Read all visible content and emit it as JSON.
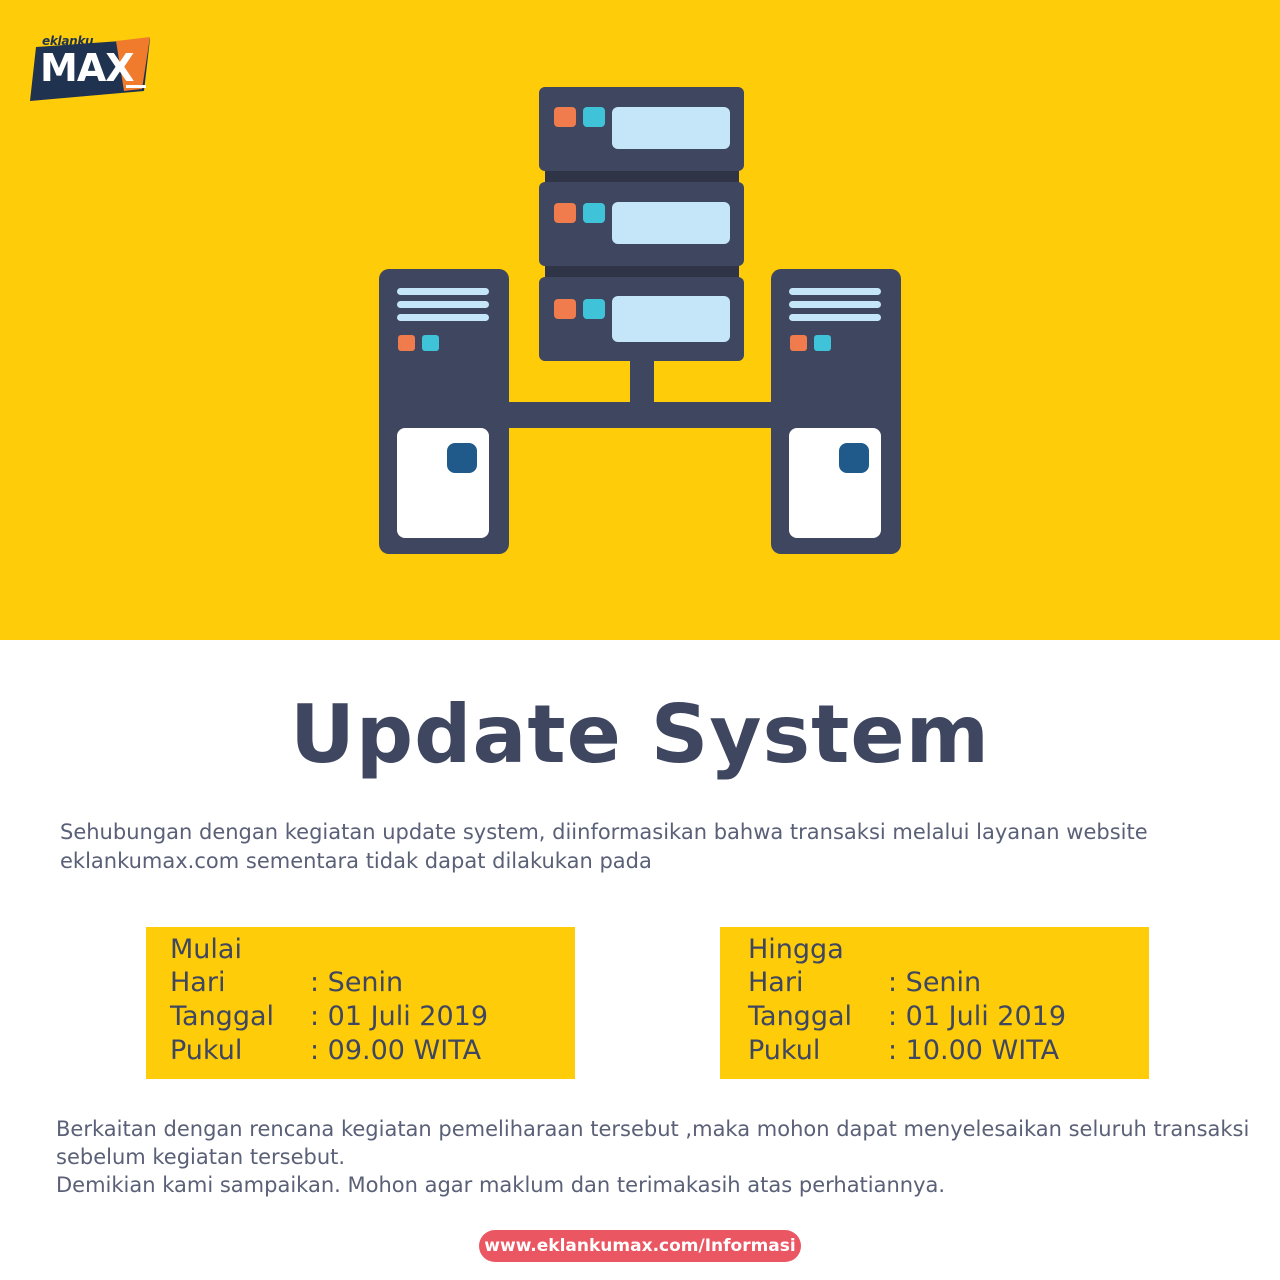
{
  "logo": {
    "small_text": "eklanku",
    "main_text": "MAX"
  },
  "title": "Update System",
  "intro": "Sehubungan dengan kegiatan update system, diinformasikan bahwa transaksi melalui layanan website eklankumax.com sementara tidak dapat dilakukan pada",
  "schedule": {
    "start": {
      "heading": "Mulai",
      "rows": [
        {
          "label": "Hari",
          "value": ": Senin"
        },
        {
          "label": "Tanggal",
          "value": ": 01 Juli 2019"
        },
        {
          "label": "Pukul",
          "value": ": 09.00 WITA"
        }
      ]
    },
    "end": {
      "heading": "Hingga",
      "rows": [
        {
          "label": "Hari",
          "value": ": Senin"
        },
        {
          "label": "Tanggal",
          "value": ": 01 Juli 2019"
        },
        {
          "label": "Pukul",
          "value": ": 10.00 WITA"
        }
      ]
    }
  },
  "outro": {
    "line1": "Berkaitan dengan rencana kegiatan pemeliharaan tersebut ,maka mohon dapat menyelesaikan seluruh transaksi sebelum kegiatan tersebut.",
    "line2": "Demikian kami sampaikan. Mohon agar maklum dan terimakasih atas perhatiannya."
  },
  "url": "www.eklankumax.com/Informasi",
  "colors": {
    "background_accent": "#fecc09",
    "text_dark": "#3f4660",
    "server_body": "#3f4660",
    "screen_light": "#c4e6f8",
    "led_orange": "#f07b4c",
    "led_cyan": "#3ec3d9",
    "url_pill": "#ea5662"
  },
  "icons": [
    "server-rack-icon",
    "server-tower-icon"
  ]
}
